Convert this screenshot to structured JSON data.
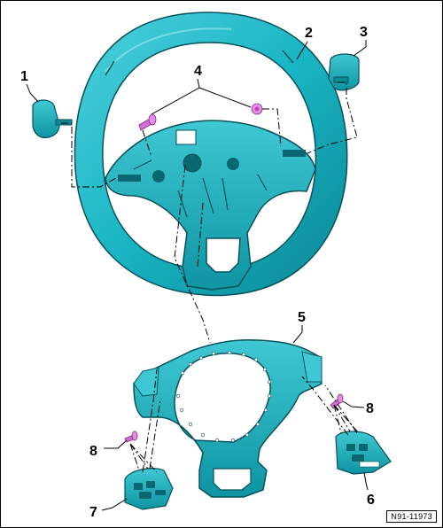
{
  "callouts": {
    "c1": "1",
    "c2": "2",
    "c3": "3",
    "c4": "4",
    "c5": "5",
    "c6": "6",
    "c7": "7",
    "c8_left": "8",
    "c8_right": "8"
  },
  "figure_ref": "N91-11973",
  "colors": {
    "part_fill": "#19b5c4",
    "part_dark": "#0a7d8a",
    "part_light": "#63d4de",
    "screw": "#d46bd8",
    "line": "#000000"
  }
}
